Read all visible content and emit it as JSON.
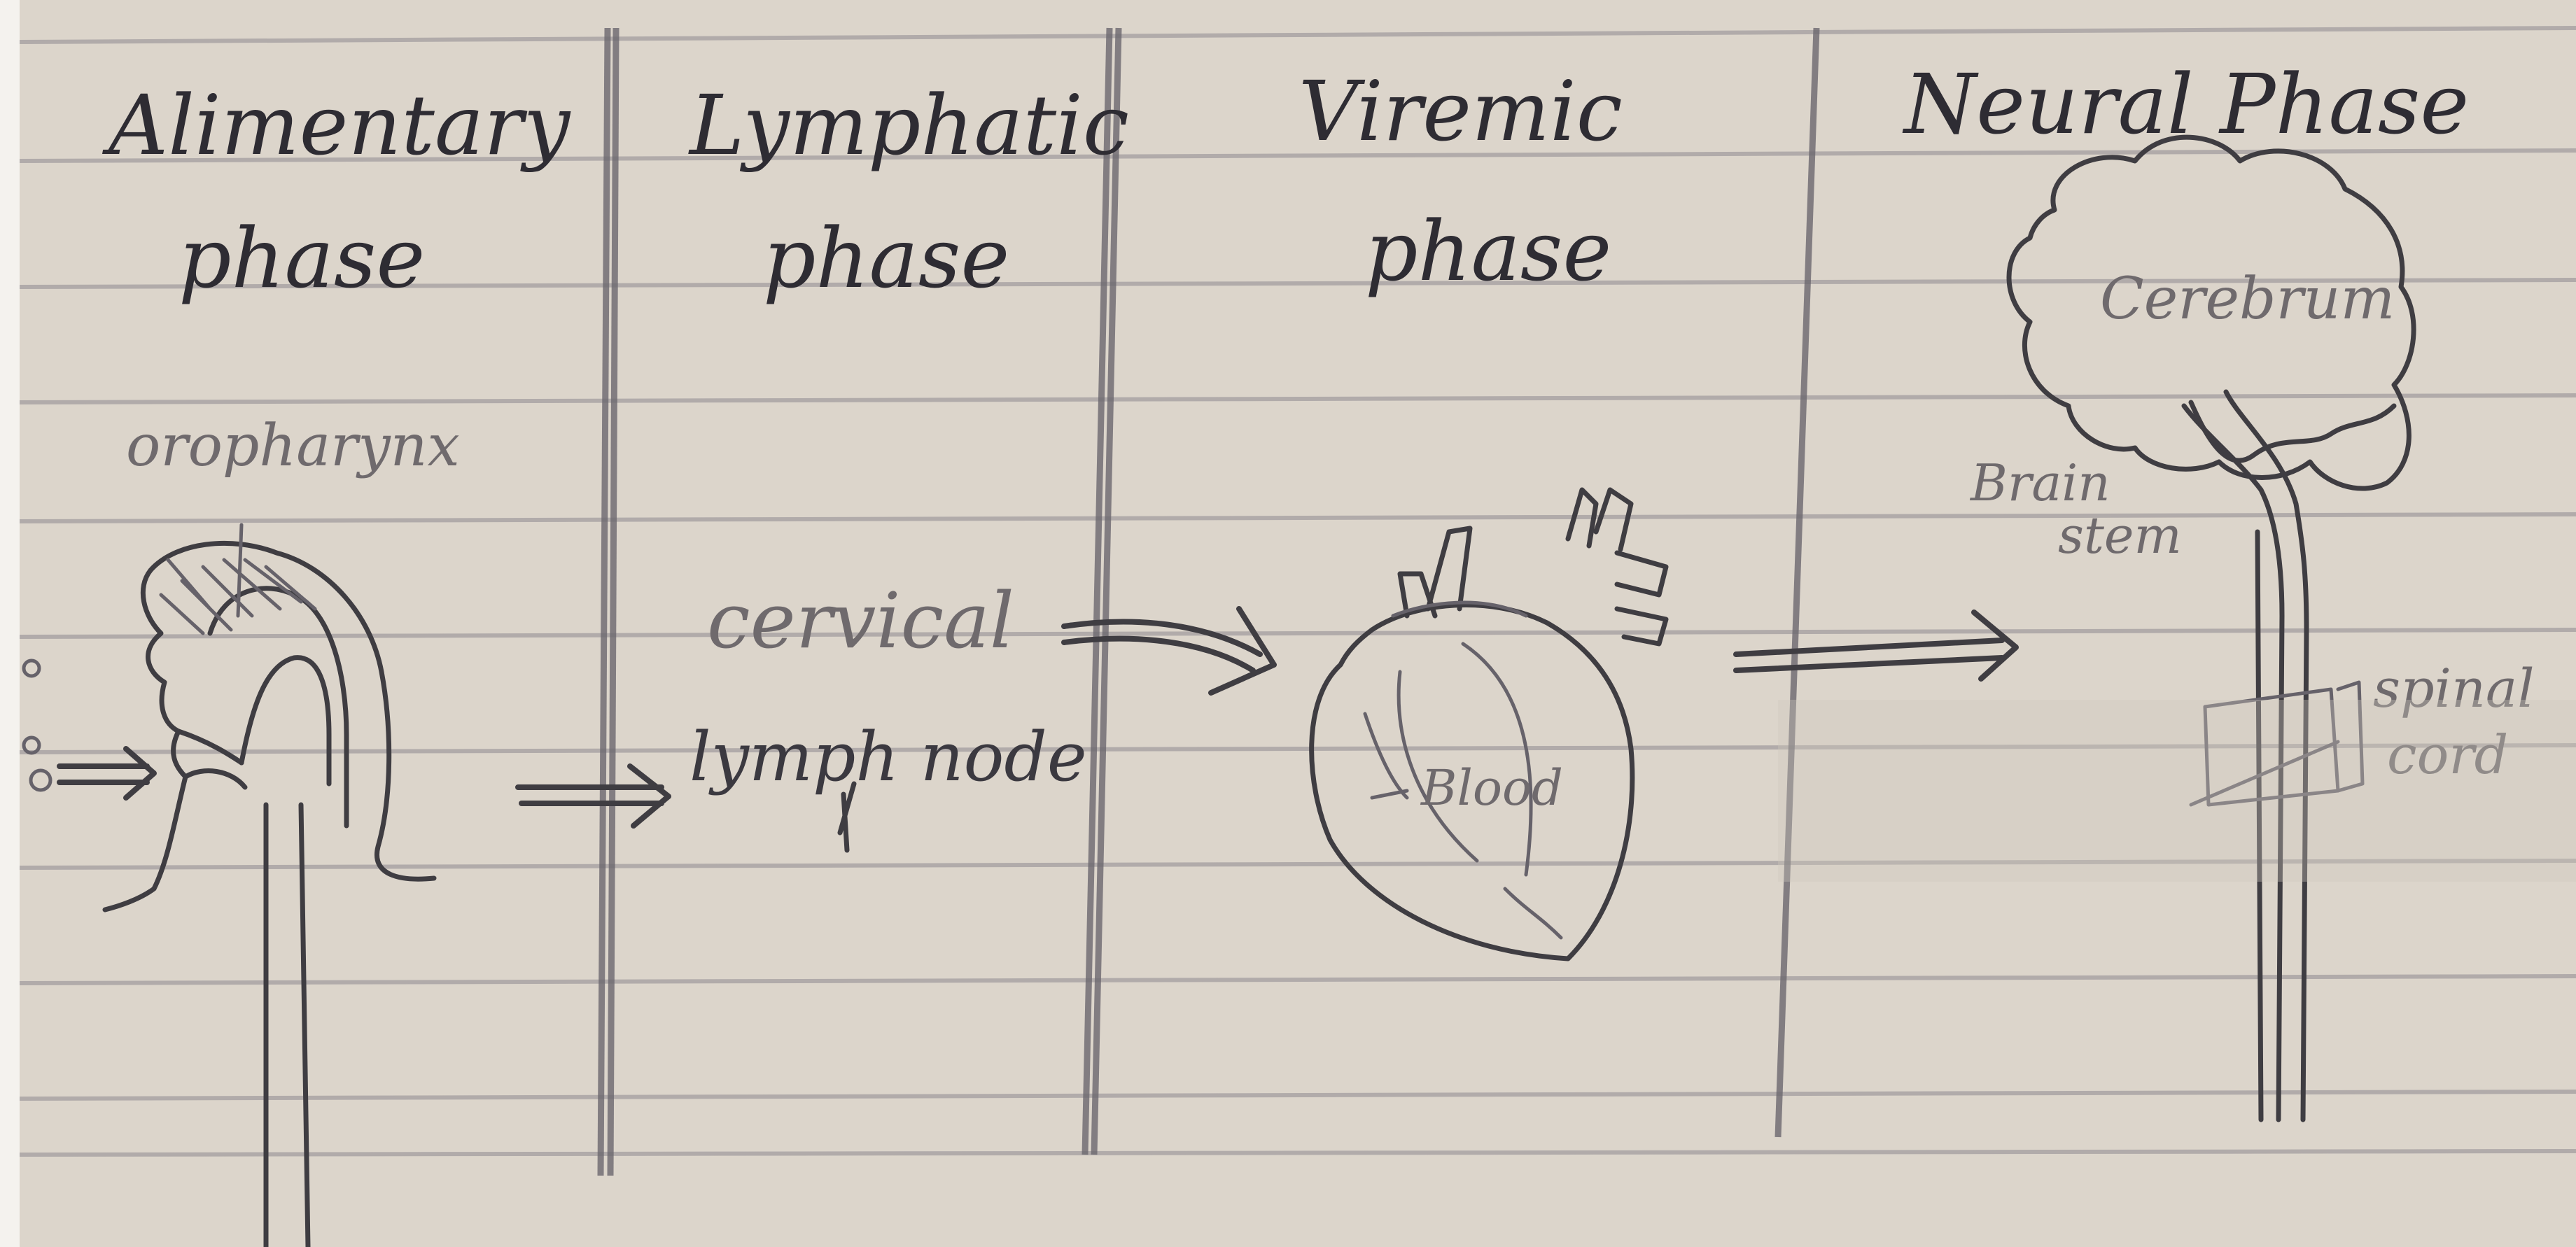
{
  "phases": [
    {
      "heading_line1": "Alimentary",
      "heading_line2": "phase"
    },
    {
      "heading_line1": "Lymphatic",
      "heading_line2": "phase"
    },
    {
      "heading_line1": "Viremic",
      "heading_line2": "phase"
    },
    {
      "heading_line1": "Neural Phase",
      "heading_line2": ""
    }
  ],
  "labels": {
    "oropharynx": "oropharynx",
    "cervical": "cervical",
    "lymph_node": "lymph node",
    "blood": "Blood",
    "cerebrum": "Cerebrum",
    "brain": "Brain",
    "stem": "stem",
    "spinal": "spinal",
    "cord": "cord"
  },
  "colors": {
    "paper": "#d9d2c8",
    "ink": "#2e2c33",
    "pencil": "#6f6a6d",
    "rule_line": "#8e8a90"
  }
}
